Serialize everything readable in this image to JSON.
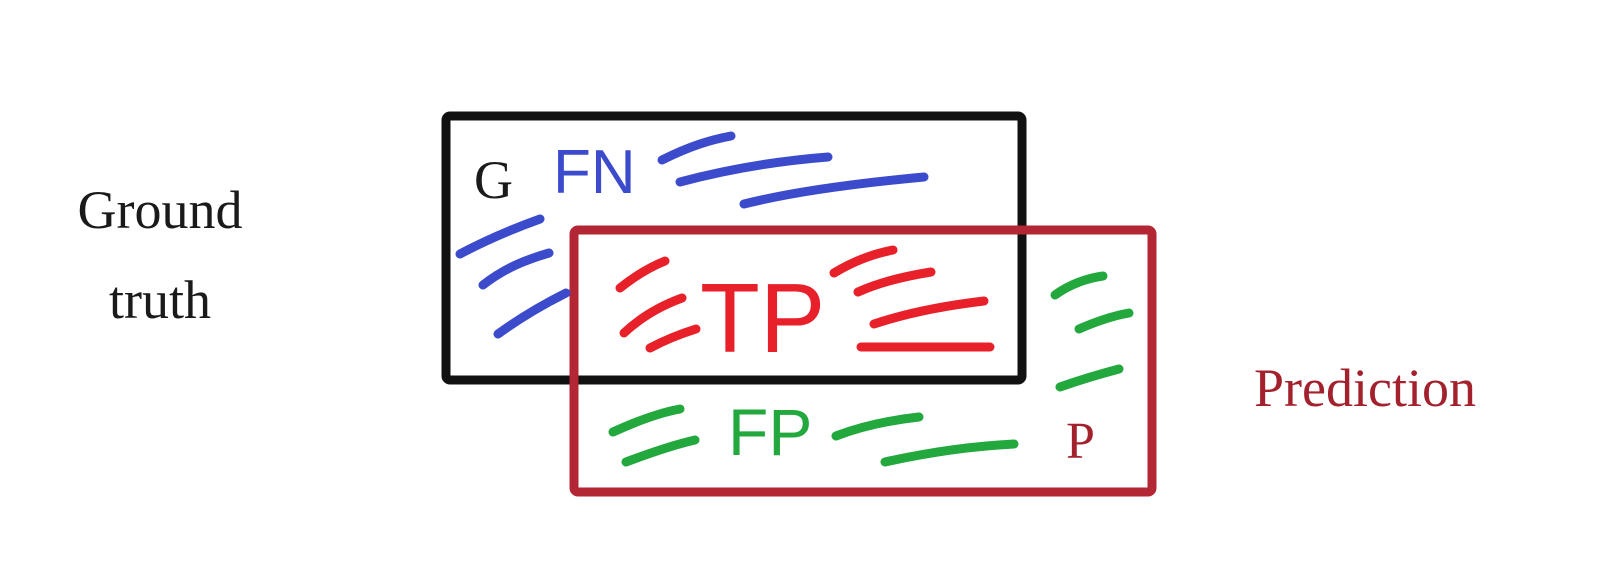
{
  "diagram": {
    "left_label": {
      "line1": "Ground",
      "line2": "truth"
    },
    "right_label": "Prediction",
    "ground_truth_box": {
      "letter": "G",
      "region_label": "FN",
      "color": "#111111"
    },
    "prediction_box": {
      "letter": "P",
      "color": "#b32633"
    },
    "intersection_label": "TP",
    "prediction_only_label": "FP",
    "colors": {
      "fn": "#3b4bcc",
      "tp": "#e8202a",
      "fp": "#22a83c",
      "prediction_text": "#a3202d",
      "ground_text": "#1a1a1a"
    }
  }
}
